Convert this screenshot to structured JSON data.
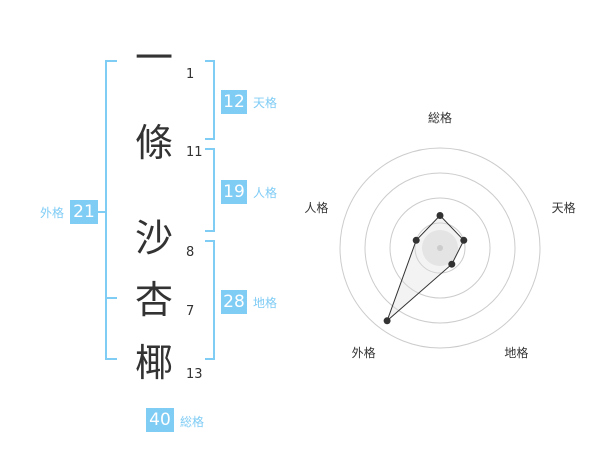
{
  "name_chars": [
    {
      "char": "一",
      "strokes": "1"
    },
    {
      "char": "條",
      "strokes": "11"
    },
    {
      "char": "沙",
      "strokes": "8"
    },
    {
      "char": "杏",
      "strokes": "7"
    },
    {
      "char": "椰",
      "strokes": "13"
    }
  ],
  "fortunes": {
    "tenkaku": {
      "value": "12",
      "label": "天格"
    },
    "jinkaku": {
      "value": "19",
      "label": "人格"
    },
    "chikaku": {
      "value": "28",
      "label": "地格"
    },
    "gaikaku": {
      "value": "21",
      "label": "外格"
    },
    "soukaku": {
      "value": "40",
      "label": "総格"
    }
  },
  "colors": {
    "accent": "#7fccf5",
    "text": "#333333",
    "grid": "#cccccc"
  },
  "chart_data": {
    "type": "radar",
    "axes": [
      "総格",
      "天格",
      "地格",
      "外格",
      "人格"
    ],
    "rings": 4,
    "max": 4,
    "values": [
      1.3,
      1.0,
      0.8,
      3.6,
      1.0
    ],
    "grid": true
  }
}
